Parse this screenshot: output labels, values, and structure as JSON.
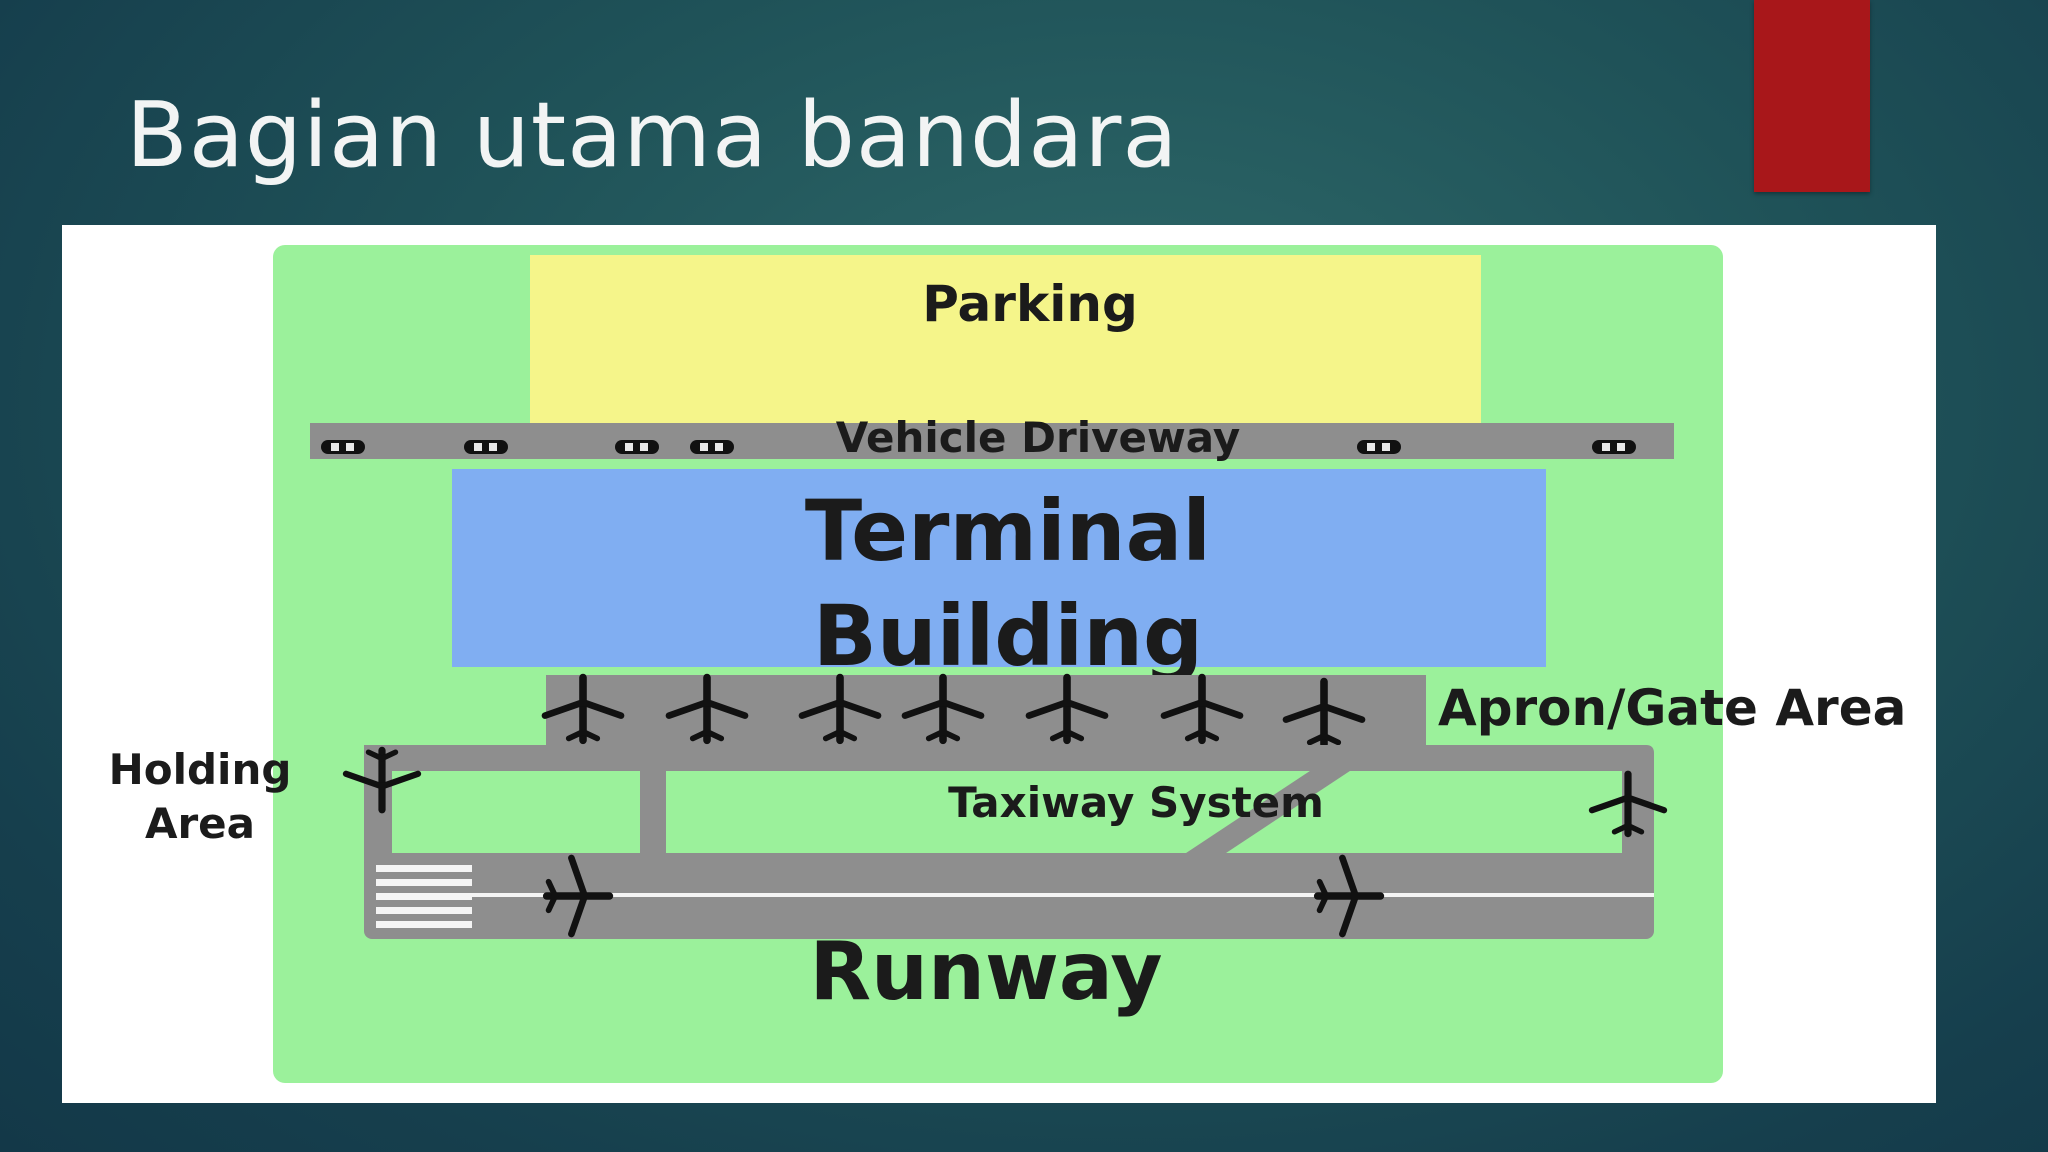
{
  "slide": {
    "title": "Bagian utama bandara"
  },
  "diagram": {
    "labels": {
      "parking": "Parking",
      "vehicle_driveway": "Vehicle Driveway",
      "terminal_line1": "Terminal",
      "terminal_line2": "Building",
      "apron": "Apron/Gate Area",
      "holding_line1": "Holding",
      "holding_line2": "Area",
      "taxiway": "Taxiway System",
      "runway": "Runway"
    },
    "colors": {
      "grass": "#9bf19b",
      "parking": "#f5f58a",
      "terminal": "#80aef2",
      "pavement": "#8e8e8e",
      "accent": "#a8171a"
    },
    "icons": {
      "car": "car-icon",
      "plane": "airplane-icon"
    }
  }
}
